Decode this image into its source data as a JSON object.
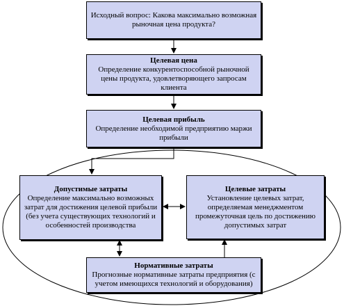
{
  "nodes": {
    "question": {
      "title": "",
      "text": "Исходный вопрос: Какова максимально возможная рыночная цена продукта?"
    },
    "target_price": {
      "title": "Целевая цена",
      "text": "Определение конкурентоспособной рыночной цены продукта, удовлетворяющего запросам клиента"
    },
    "target_profit": {
      "title": "Целевая прибыль",
      "text": "Определение необходимой предприятию маржи прибыли"
    },
    "allowable_costs": {
      "title": "Допустимые затраты",
      "text": "Определение максимально возможных затрат для достижения целевой прибыли (без учета существующих технологий и особенностей производства"
    },
    "target_costs": {
      "title": "Целевые затраты",
      "text": "Установление целевых затрат, определяемая менеджментом промежуточная цель по достижению допустимых затрат"
    },
    "standard_costs": {
      "title": "Нормативные затраты",
      "text": "Прогнозные нормативные затраты предприятия (с учетом имеющихся технологий и оборудования)"
    }
  },
  "colors": {
    "box_fill": "#cfd3f2",
    "stroke": "#000000"
  }
}
